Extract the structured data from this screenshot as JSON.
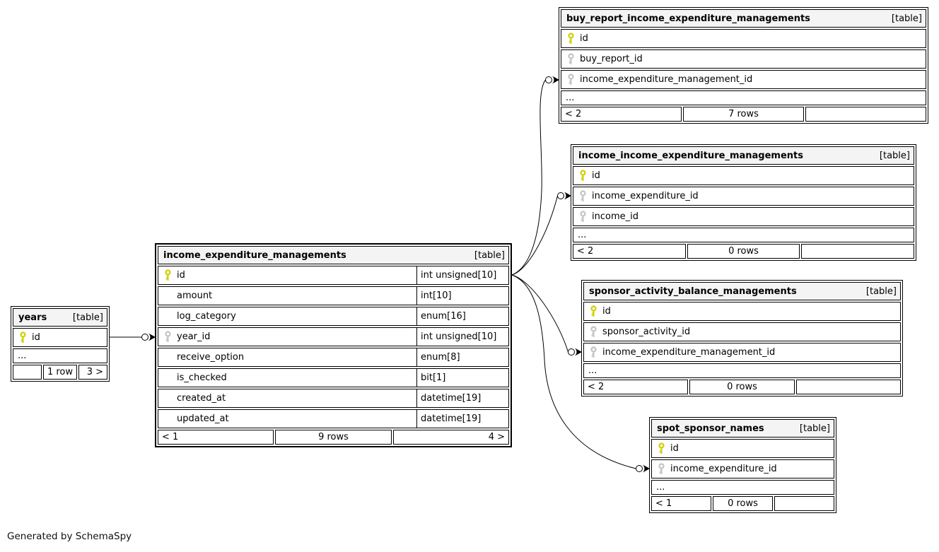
{
  "page": {
    "generator_note": "Generated by SchemaSpy"
  },
  "colors": {
    "header_bg": "#f4f4f4",
    "primary_key_icon": "#cfcf00",
    "foreign_key_icon": "#c3c3c3",
    "border": "#000000",
    "background": "#ffffff"
  },
  "tables": {
    "main": {
      "name": "income_expenditure_managements",
      "tag": "[table]",
      "columns": [
        {
          "name": "id",
          "type": "int unsigned[10]",
          "key": "primary"
        },
        {
          "name": "amount",
          "type": "int[10]",
          "key": ""
        },
        {
          "name": "log_category",
          "type": "enum[16]",
          "key": ""
        },
        {
          "name": "year_id",
          "type": "int unsigned[10]",
          "key": "foreign"
        },
        {
          "name": "receive_option",
          "type": "enum[8]",
          "key": ""
        },
        {
          "name": "is_checked",
          "type": "bit[1]",
          "key": ""
        },
        {
          "name": "created_at",
          "type": "datetime[19]",
          "key": ""
        },
        {
          "name": "updated_at",
          "type": "datetime[19]",
          "key": ""
        }
      ],
      "footer": {
        "parents": "< 1",
        "rows": "9 rows",
        "children": "4 >"
      }
    },
    "years": {
      "name": "years",
      "tag": "[table]",
      "columns": [
        {
          "name": "id",
          "key": "primary"
        },
        {
          "name": "...",
          "key": ""
        }
      ],
      "footer": {
        "parents": "",
        "rows": "1 row",
        "children": "3 >"
      }
    },
    "buyReport": {
      "name": "buy_report_income_expenditure_managements",
      "tag": "[table]",
      "columns": [
        {
          "name": "id",
          "key": "primary"
        },
        {
          "name": "buy_report_id",
          "key": "foreign"
        },
        {
          "name": "income_expenditure_management_id",
          "key": "foreign"
        },
        {
          "name": "...",
          "key": ""
        }
      ],
      "footer": {
        "parents": "< 2",
        "rows": "7 rows",
        "children": ""
      }
    },
    "incomeIncome": {
      "name": "income_income_expenditure_managements",
      "tag": "[table]",
      "columns": [
        {
          "name": "id",
          "key": "primary"
        },
        {
          "name": "income_expenditure_id",
          "key": "foreign"
        },
        {
          "name": "income_id",
          "key": "foreign"
        },
        {
          "name": "...",
          "key": ""
        }
      ],
      "footer": {
        "parents": "< 2",
        "rows": "0 rows",
        "children": ""
      }
    },
    "sponsorActivity": {
      "name": "sponsor_activity_balance_managements",
      "tag": "[table]",
      "columns": [
        {
          "name": "id",
          "key": "primary"
        },
        {
          "name": "sponsor_activity_id",
          "key": "foreign"
        },
        {
          "name": "income_expenditure_management_id",
          "key": "foreign"
        },
        {
          "name": "...",
          "key": ""
        }
      ],
      "footer": {
        "parents": "< 2",
        "rows": "0 rows",
        "children": ""
      }
    },
    "spotSponsor": {
      "name": "spot_sponsor_names",
      "tag": "[table]",
      "columns": [
        {
          "name": "id",
          "key": "primary"
        },
        {
          "name": "income_expenditure_id",
          "key": "foreign"
        },
        {
          "name": "...",
          "key": ""
        }
      ],
      "footer": {
        "parents": "< 1",
        "rows": "0 rows",
        "children": ""
      }
    }
  },
  "relationships": [
    {
      "from": "years.id",
      "to": "income_expenditure_managements.year_id"
    },
    {
      "from": "income_expenditure_managements.id",
      "to": "buy_report_income_expenditure_managements.income_expenditure_management_id"
    },
    {
      "from": "income_expenditure_managements.id",
      "to": "income_income_expenditure_managements.income_expenditure_id"
    },
    {
      "from": "income_expenditure_managements.id",
      "to": "sponsor_activity_balance_managements.income_expenditure_management_id"
    },
    {
      "from": "income_expenditure_managements.id",
      "to": "spot_sponsor_names.income_expenditure_id"
    }
  ]
}
